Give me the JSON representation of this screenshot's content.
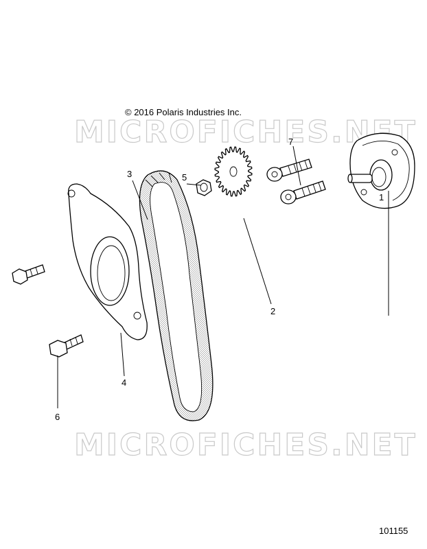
{
  "copyright": "© 2016 Polaris Industries Inc.",
  "watermark": "MICROFICHES.NET",
  "figure_number": "101155",
  "callouts": [
    {
      "number": "1"
    },
    {
      "number": "2"
    },
    {
      "number": "3"
    },
    {
      "number": "4"
    },
    {
      "number": "5"
    },
    {
      "number": "6"
    },
    {
      "number": "7"
    }
  ]
}
